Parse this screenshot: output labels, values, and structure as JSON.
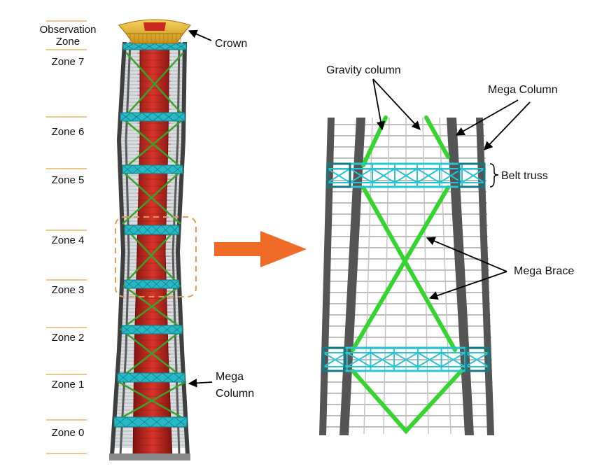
{
  "zones": {
    "observation_line1": "Observation",
    "observation_line2": "Zone",
    "z7": "Zone 7",
    "z6": "Zone 6",
    "z5": "Zone 5",
    "z4": "Zone 4",
    "z3": "Zone 3",
    "z2": "Zone 2",
    "z1": "Zone 1",
    "z0": "Zone 0"
  },
  "callouts": {
    "crown": "Crown",
    "mega_column_left_line1": "Mega",
    "mega_column_left_line2": "Column",
    "gravity_column": "Gravity column",
    "mega_column_right": "Mega Column",
    "belt_truss": "Belt truss",
    "mega_brace": "Mega Brace"
  },
  "colors": {
    "zone_rule": "#e6a24a",
    "core": "#c8281e",
    "belt": "#27c5d2",
    "brace": "#32d42c",
    "column": "#4a4a4a",
    "floor_line": "#b8b8b8",
    "crown": "#e8b325",
    "arrow": "#f06a28",
    "dashed_box": "#e09a5a"
  }
}
